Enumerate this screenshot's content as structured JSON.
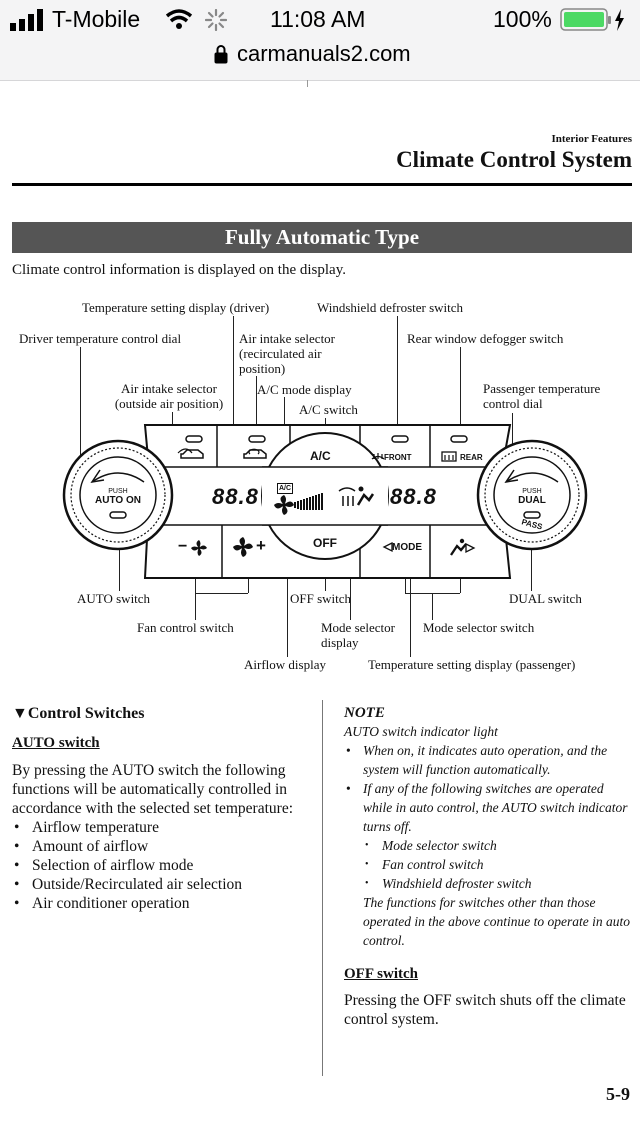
{
  "status_bar": {
    "carrier": "T-Mobile",
    "time": "11:08 AM",
    "battery": "100%",
    "url": "carmanuals2.com"
  },
  "header": {
    "section": "Interior Features",
    "title": "Climate Control System"
  },
  "banner": "Fully Automatic Type",
  "intro": "Climate control information is displayed on the display.",
  "diagram": {
    "labels": {
      "temp_display_driver": "Temperature setting display (driver)",
      "windshield_defroster": "Windshield defroster switch",
      "driver_temp_dial": "Driver temperature control dial",
      "air_intake_recirc_1": "Air intake selector",
      "air_intake_recirc_2": "(recirculated air",
      "air_intake_recirc_3": "position)",
      "rear_defogger": "Rear window defogger switch",
      "air_intake_outside_1": "Air intake selector",
      "air_intake_outside_2": "(outside air position)",
      "ac_mode_display": "A/C mode display",
      "ac_switch": "A/C switch",
      "passenger_dial_1": "Passenger temperature",
      "passenger_dial_2": "control dial",
      "auto_switch": "AUTO switch",
      "off_switch": "OFF switch",
      "dual_switch": "DUAL switch",
      "fan_control": "Fan control switch",
      "mode_selector_display_1": "Mode selector",
      "mode_selector_display_2": "display",
      "mode_selector_switch": "Mode selector switch",
      "airflow_display": "Airflow display",
      "temp_display_passenger": "Temperature setting display (passenger)"
    },
    "panel": {
      "push_left": "PUSH",
      "auto_on": "AUTO ON",
      "push_right": "PUSH",
      "dual": "DUAL",
      "pass": "PASS",
      "ac": "A/C",
      "off": "OFF",
      "front": "FRONT",
      "rear": "REAR",
      "mode": "MODE",
      "ac_small": "A/C",
      "temp_left": "88.8",
      "temp_right": "88.8",
      "fan_minus": "−",
      "fan_plus": "+"
    }
  },
  "left_column": {
    "heading": "Control Switches",
    "subheading": "AUTO switch",
    "paragraph": "By pressing the AUTO switch the following functions will be automatically controlled in accordance with the selected set temperature:",
    "items": [
      "Airflow temperature",
      "Amount of airflow",
      "Selection of airflow mode",
      "Outside/Recirculated air selection",
      "Air conditioner operation"
    ]
  },
  "right_column": {
    "note_title": "NOTE",
    "note_subtitle": "AUTO switch indicator light",
    "note_items": [
      "When on, it indicates auto operation, and the system will function automatically.",
      "If any of the following switches are operated while in auto control, the AUTO switch indicator turns off."
    ],
    "note_subitems": [
      "Mode selector switch",
      "Fan control switch",
      "Windshield defroster switch"
    ],
    "note_tail": "The functions for switches other than those operated in the above continue to operate in auto control.",
    "off_heading": "OFF switch",
    "off_text": "Pressing the OFF switch shuts off the climate control system."
  },
  "page_number": "5-9"
}
